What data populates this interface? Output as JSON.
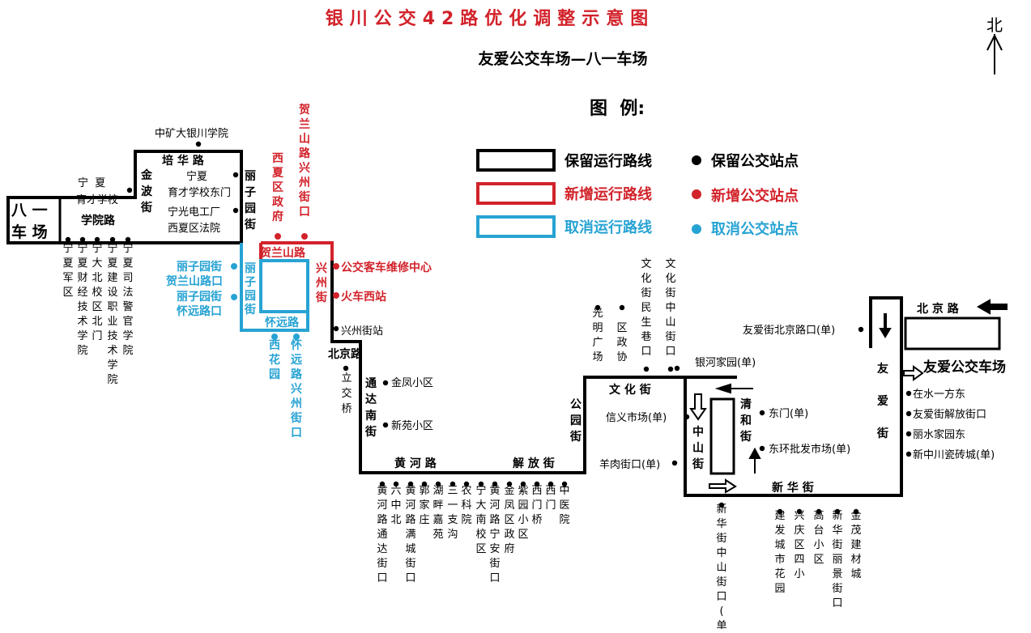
{
  "title": "银川公交42路优化调整示意图",
  "subtitle": "友爱公交车场—八一车场",
  "north": "北",
  "legend": {
    "header": "图  例:",
    "kept_line": "保留运行路线",
    "kept_stop": "保留公交站点",
    "new_line": "新增运行路线",
    "new_stop": "新增公交站点",
    "cancel_line": "取消运行路线",
    "cancel_stop": "取消公交站点"
  },
  "colors": {
    "kept": "#000000",
    "new": "#d2222a",
    "cancel": "#27a3d3"
  },
  "terminals": {
    "bayi": [
      "八 一",
      "车 场"
    ],
    "youai": "友爱公交车场"
  },
  "roads": {
    "xueyuan": "学院路",
    "jinbo": "金波街",
    "peihua": "培 华 路",
    "lizi_kept": "丽子园街",
    "lizi_cancel": "丽子园街",
    "helanshan": "贺兰山路",
    "xingzhou": "兴州街",
    "huaiyuan": "怀远路",
    "beijing_w": "北京路",
    "tongda": "通达南街",
    "huanghe": "黄 河 路",
    "jiefang": "解 放 街",
    "gongyuan": "公园街",
    "wenhua": "文 化 街",
    "zhongshan": "中山街",
    "qinghe": "清和街",
    "xinhua": "新 华 街",
    "youai_st": "友爱街",
    "beijing_e": "北 京 路"
  },
  "stops": {
    "zhongkuang": "中矿大银川学院",
    "ningxia_yucai": "宁  夏",
    "ningxia_yucai2": "育才学校",
    "yucai_east1": "宁夏",
    "yucai_east2": "育才学校东门",
    "guangdian": "宁光电工厂",
    "xixia_court": "西夏区法院",
    "xueyuan_south": [
      "宁夏军区",
      "宁夏财经技术学院",
      "宁大北校区北门",
      "宁夏建设职业技术学院",
      "宁夏司法警官学院"
    ],
    "xixia_gov": "西夏区政府",
    "helan_xingzhou": "贺兰山路兴州街口",
    "bus_repair": "公交客车维修中心",
    "train_west": "火车西站",
    "xingzhou_stop": "兴州街站",
    "lizi_helan": [
      "丽子园街",
      "贺兰山路口"
    ],
    "lizi_huaiyuan": [
      "丽子园街",
      "怀远路口"
    ],
    "xihuayuan": "西花园",
    "huaiyuan_xingzhou": "怀远路兴州街口",
    "liqiao": "立交桥",
    "jinfeng": "金凤小区",
    "xinyuan": "新苑小区",
    "huanghe_south": [
      "黄河路通达街口",
      "六中北",
      "黄河路满城街口",
      "郭家庄",
      "湖畔嘉苑",
      "三一支沟",
      "农科院",
      "宁大南校区",
      "黄河路宁安街口",
      "金凤区政府",
      "紫园小区",
      "西门桥",
      "西门",
      "中医院"
    ],
    "guangming": "光明广场",
    "quzhengxie": "区政协",
    "minsheng": "文化街民生巷口",
    "zhongshan_wh": "文化街中山街口",
    "yinhe": "银河家园(单)",
    "xinyi": "信义市场(单)",
    "yangrou": "羊肉街口(单)",
    "dongmen": "东门(单)",
    "donghuan": "东环批发市场(单)",
    "xinhua_zhongshan": "新华街中山街口(单)",
    "xinhua_south": [
      "建发城市花园",
      "兴庆区四小",
      "高台小区",
      "新华街丽景街口",
      "金茂建材城"
    ],
    "youai_beijing": "友爱街北京路口(单)",
    "zaishui": "在水一方东",
    "youai_jiefang": "友爱街解放街口",
    "lishui": "丽水家园东",
    "xinzhongchuan": "新中川瓷砖城(单)"
  }
}
